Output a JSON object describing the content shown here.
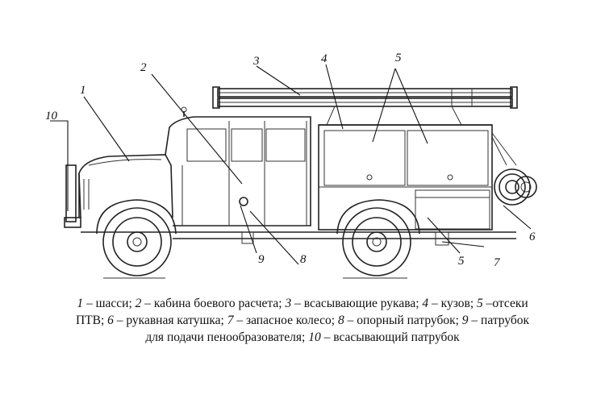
{
  "callouts": [
    {
      "num": "1",
      "name": "шасси"
    },
    {
      "num": "2",
      "name": "кабина боевого расчета"
    },
    {
      "num": "3",
      "name": "всасывающие рукава"
    },
    {
      "num": "4",
      "name": "кузов"
    },
    {
      "num": "5",
      "name": "отсеки ПТВ"
    },
    {
      "num": "6",
      "name": "рукавная катушка"
    },
    {
      "num": "7",
      "name": "запасное колесо"
    },
    {
      "num": "8",
      "name": "опорный патрубок"
    },
    {
      "num": "9",
      "name": "патрубок для подачи пенообразователя"
    },
    {
      "num": "10",
      "name": "всасывающий патрубок"
    }
  ],
  "caption": {
    "p1": " – шасси; ",
    "p2": " – кабина боевого расчета; ",
    "p3": " – всасывающие рукава; ",
    "p4": " – кузов; ",
    "p5a": " –отсеки",
    "p5b": "ПТВ; ",
    "p6": " – рукавная катушка; ",
    "p7": " – запасное колесо; ",
    "p8": " – опорный патрубок; ",
    "p9a": " – патрубок",
    "p9b": "для подачи пенообразователя; ",
    "p10": " – всасывающий патрубок"
  }
}
